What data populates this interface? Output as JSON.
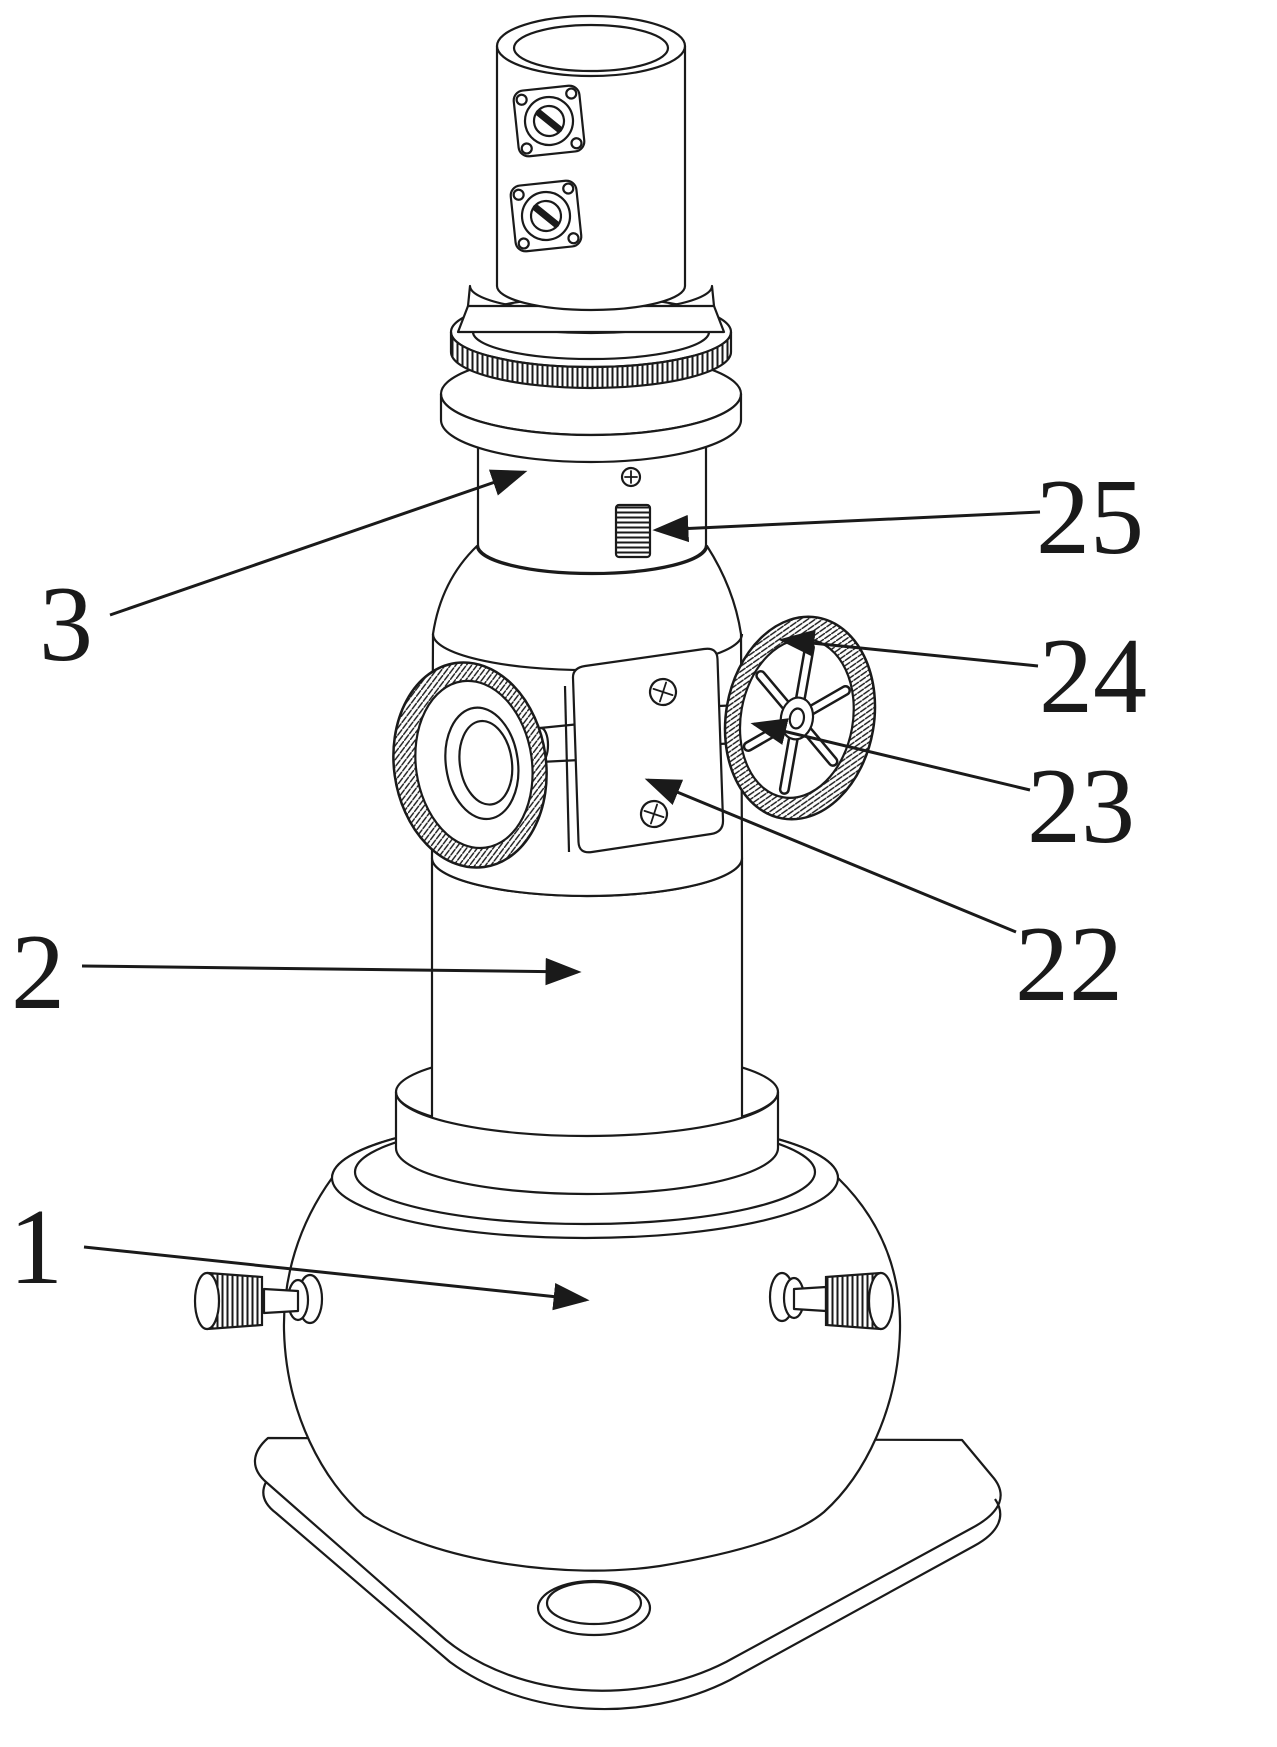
{
  "figure": {
    "colors": {
      "ink": "#1a1a1a",
      "background": "#ffffff"
    },
    "callouts": {
      "part1": "1",
      "part2": "2",
      "part3": "3",
      "part22": "22",
      "part23": "23",
      "part24": "24",
      "part25": "25"
    }
  }
}
